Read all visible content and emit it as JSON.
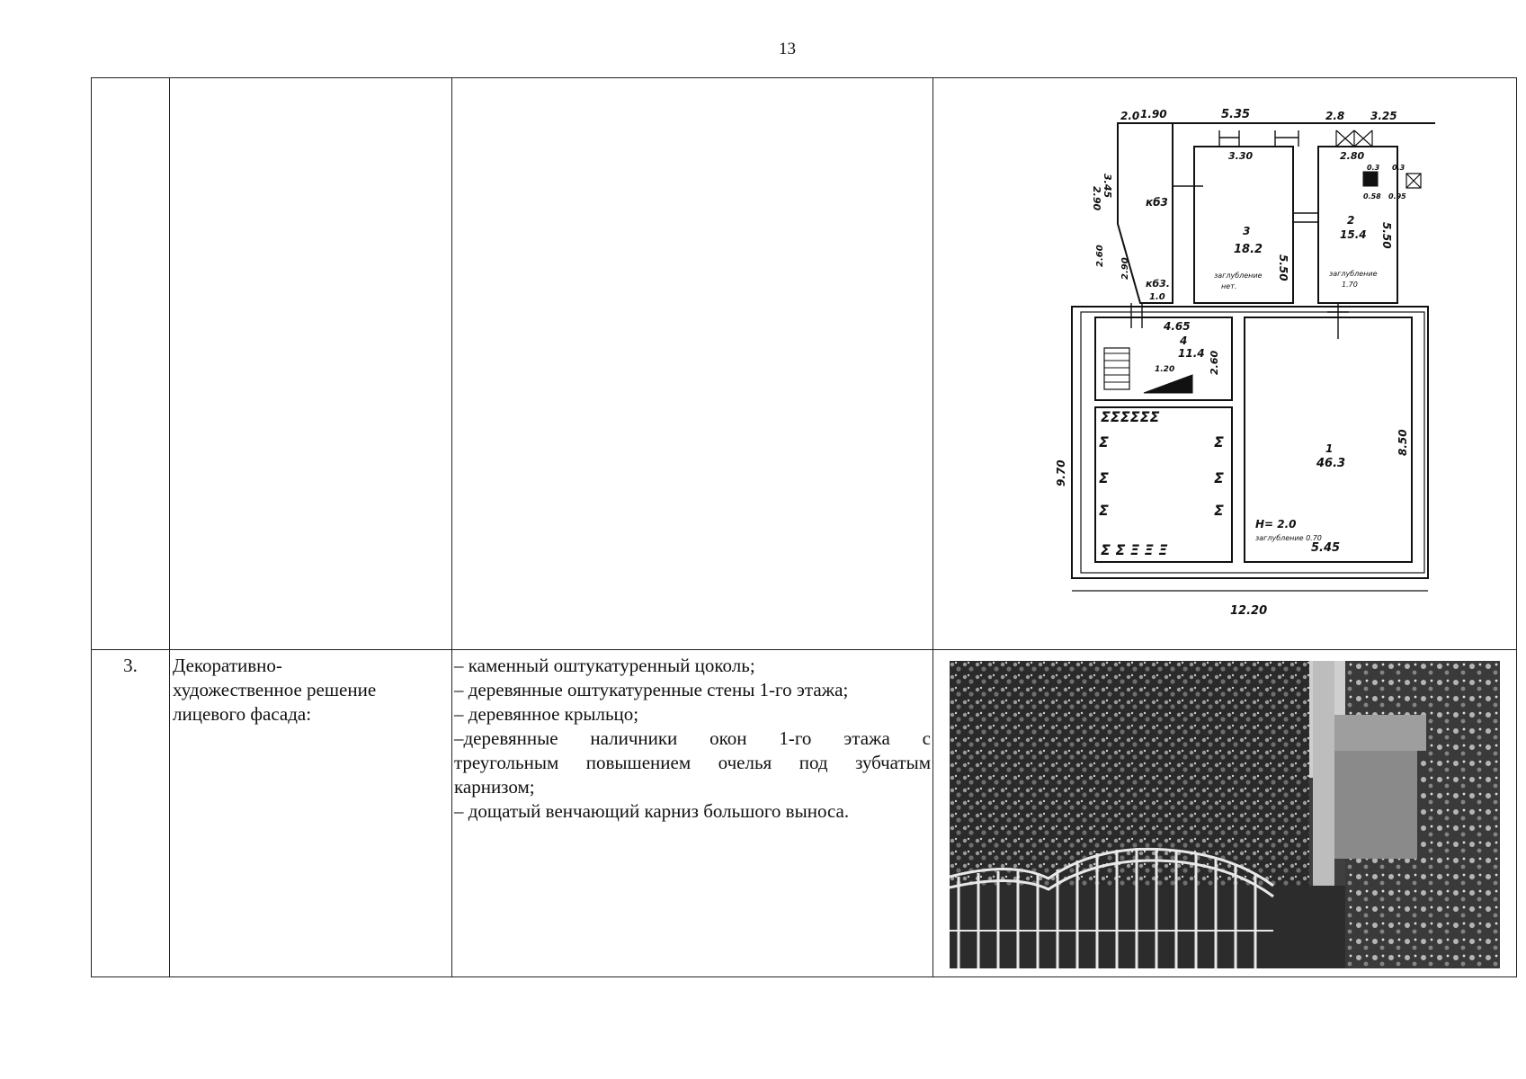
{
  "page": {
    "number": "13"
  },
  "rows": [
    {
      "num": "",
      "title_lines": [],
      "description_lines": [],
      "image": "floor-plan"
    },
    {
      "num": "3.",
      "title_lines": [
        "Декоративно-",
        "художественное решение",
        "лицевого фасада:"
      ],
      "description_lines": [
        "– каменный оштукатуренный цоколь;",
        "– деревянные оштукатуренные стены 1-го этажа;",
        "– деревянное крыльцо;",
        "–деревянные наличники окон 1-го этажа с",
        "треугольным повышением очелья под зубчатым",
        "карнизом;",
        "– дощатый венчающий карниз большого выноса."
      ],
      "image": "facade-photo"
    }
  ],
  "floor_plan": {
    "dimensions": {
      "top_a": "2.0",
      "top_b": "1.90",
      "top_c": "5.35",
      "top_d": "2.8",
      "top_e": "3.25",
      "left_a": "2.90",
      "left_b": "3.45",
      "room3_width": "3.30",
      "room2_width": "2.80",
      "room3_height": "5.50",
      "room2_height": "5.50",
      "corridor_label": "4.65",
      "room4_height": "2.60",
      "stair_width": "1.20",
      "left_total": "9.70",
      "room1_height": "8.50",
      "room1_width": "5.45",
      "total_width": "12.20",
      "slope_a": "2.60",
      "slope_b": "2.90",
      "small_a": "0.3",
      "small_b": "0.58",
      "small_c": "0.3",
      "small_d": "0.95"
    },
    "rooms": [
      {
        "id": "room-3",
        "number": "3",
        "area": "18.2",
        "note_1": "заглубление",
        "note_2": "нет."
      },
      {
        "id": "room-2",
        "number": "2",
        "area": "15.4",
        "note_1": "заглубление",
        "note_2": "1.70"
      },
      {
        "id": "room-4",
        "number": "4",
        "area": "11.4"
      },
      {
        "id": "room-1",
        "number": "1",
        "area": "46.3",
        "note_1": "H= 2.0",
        "note_2": "заглубление 0.70"
      }
    ],
    "labels": {
      "side_label": "кб3",
      "porch_label": "кб3.",
      "porch_value": "1.0"
    }
  }
}
